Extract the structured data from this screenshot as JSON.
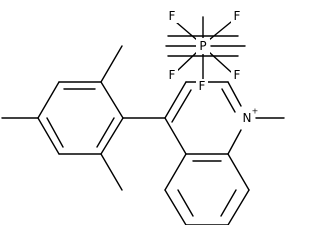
{
  "atoms": {
    "phosphorus": "P",
    "fluorine": "F",
    "nitrogen": "N",
    "plus": "+",
    "minus": "-"
  }
}
